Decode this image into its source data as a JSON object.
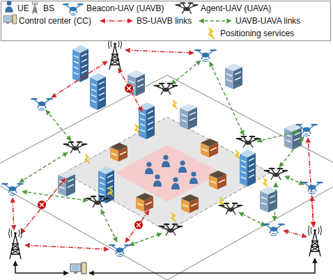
{
  "diagram": {
    "legend": [
      {
        "text": "UE"
      },
      {
        "text": "BS"
      },
      {
        "text": "Beacon-UAV (UAVB)"
      },
      {
        "text": "Agent-UAV (UAVA)"
      },
      {
        "text": "Control center (CC)"
      },
      {
        "text": "BS-UAVB links"
      },
      {
        "text": "UAVB-UAVA links"
      },
      {
        "text": "Positioning services"
      }
    ]
  }
}
